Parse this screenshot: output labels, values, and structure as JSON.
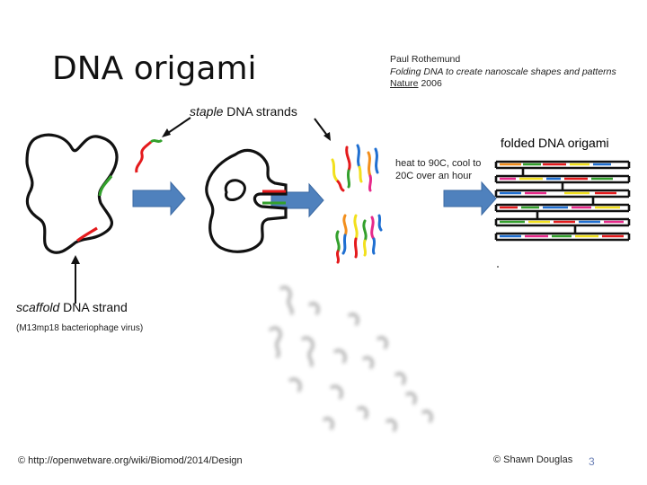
{
  "title": "DNA origami",
  "citation": {
    "author": "Paul Rothemund",
    "paper_title": "Folding DNA to create nanoscale shapes and patterns",
    "journal": "Nature",
    "year": "2006"
  },
  "labels": {
    "staple_italic": "staple",
    "staple_rest": " DNA strands",
    "folded": "folded DNA origami",
    "heat": "heat to 90C, cool to 20C over an hour",
    "scaffold_italic": "scaffold",
    "scaffold_rest": " DNA strand",
    "phage": "(M13mp18 bacteriophage virus)"
  },
  "footer": {
    "source": "© http://openwetware.org/wiki/Biomod/2014/Design",
    "copyright": "© Shawn Douglas",
    "page_number": "3"
  },
  "colors": {
    "arrow_blue": "#4f81bd",
    "strand_red": "#e41a1c",
    "strand_green": "#33a02c",
    "strand_blue": "#1f6fd1",
    "strand_yellow": "#f2e01d",
    "strand_magenta": "#e7298a",
    "strand_orange": "#f28e1c",
    "page_number": "#6a7fb5"
  }
}
